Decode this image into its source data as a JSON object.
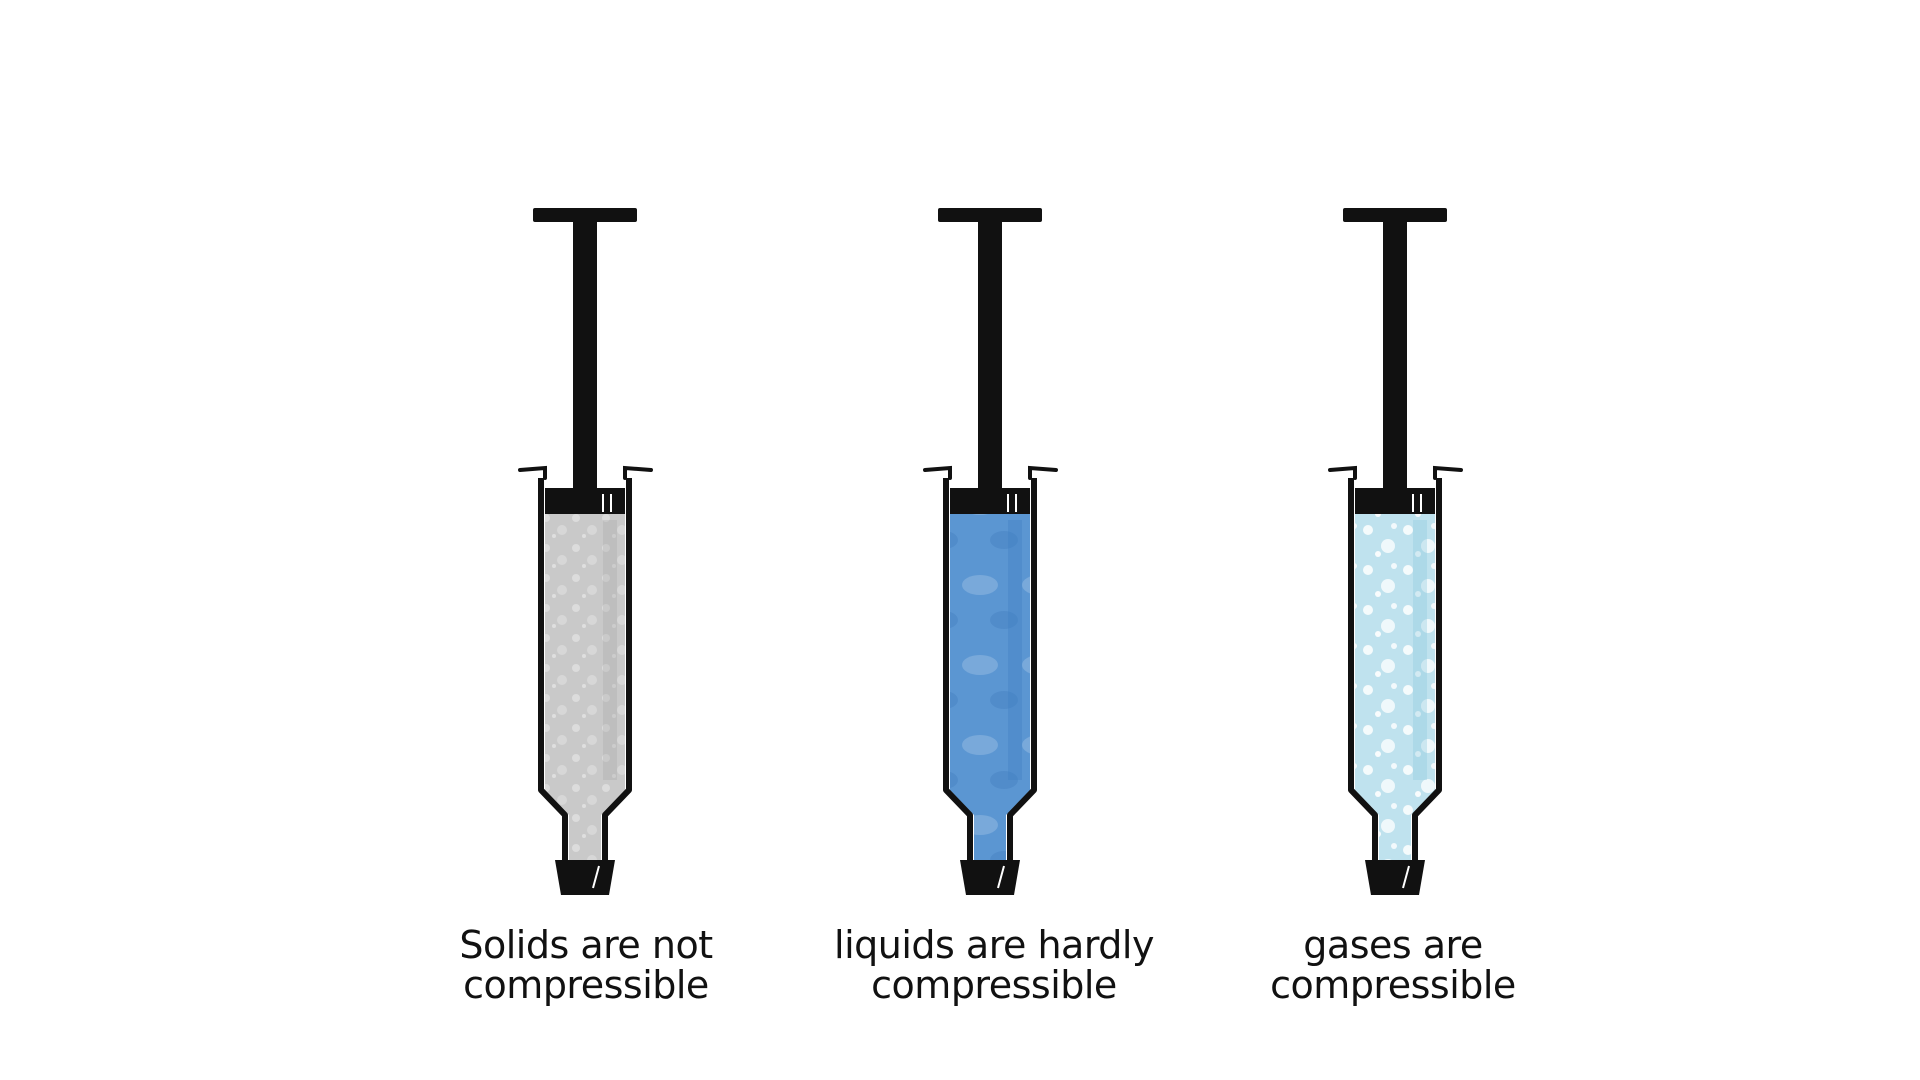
{
  "syringes": [
    {
      "state": "solid",
      "fill_color": "#c9c9c9",
      "fill_shade": "#a9a9a9",
      "caption": [
        "Solids are not",
        "compressible"
      ]
    },
    {
      "state": "liquid",
      "fill_color": "#5b96d2",
      "fill_shade": "#3f7fc2",
      "caption": [
        "liquids are hardly",
        "compressible"
      ]
    },
    {
      "state": "gas",
      "fill_color": "#bfe2ee",
      "fill_shade": "#8cc8dc",
      "caption": [
        "gases are",
        "compressible"
      ]
    }
  ],
  "colors": {
    "ink": "#111111",
    "background": "#ffffff"
  }
}
